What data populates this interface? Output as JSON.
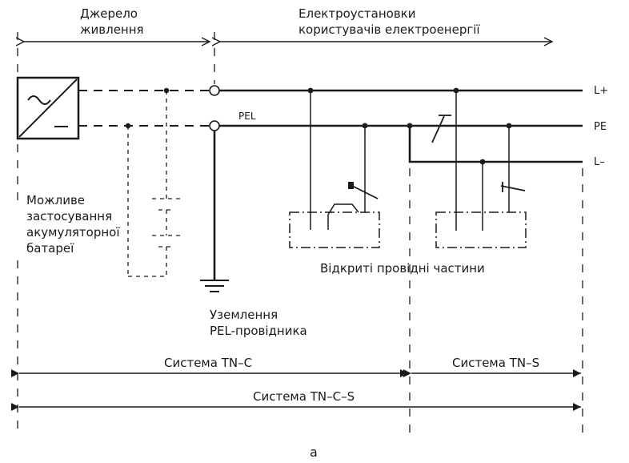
{
  "labels": {
    "source_line1": "Джерело",
    "source_line2": "живлення",
    "users_line1": "Електроустановки",
    "users_line2": "користувачів електроенергії",
    "lplus": "L+",
    "pe": "PE",
    "lminus": "L–",
    "pel": "PEL",
    "battery_line1": "Можливе",
    "battery_line2": "застосування",
    "battery_line3": "акумуляторної",
    "battery_line4": "батареї",
    "exposed_parts": "Відкриті провідні частини",
    "grounding_line1": "Уземлення",
    "grounding_line2": "PEL-провідника",
    "tn_c": "Система TN–C",
    "tn_s": "Система TN–S",
    "tn_c_s": "Система TN–C–S",
    "caption": "а"
  },
  "icons": {
    "source": "ac-dc-converter-icon",
    "ground": "ground-icon"
  }
}
